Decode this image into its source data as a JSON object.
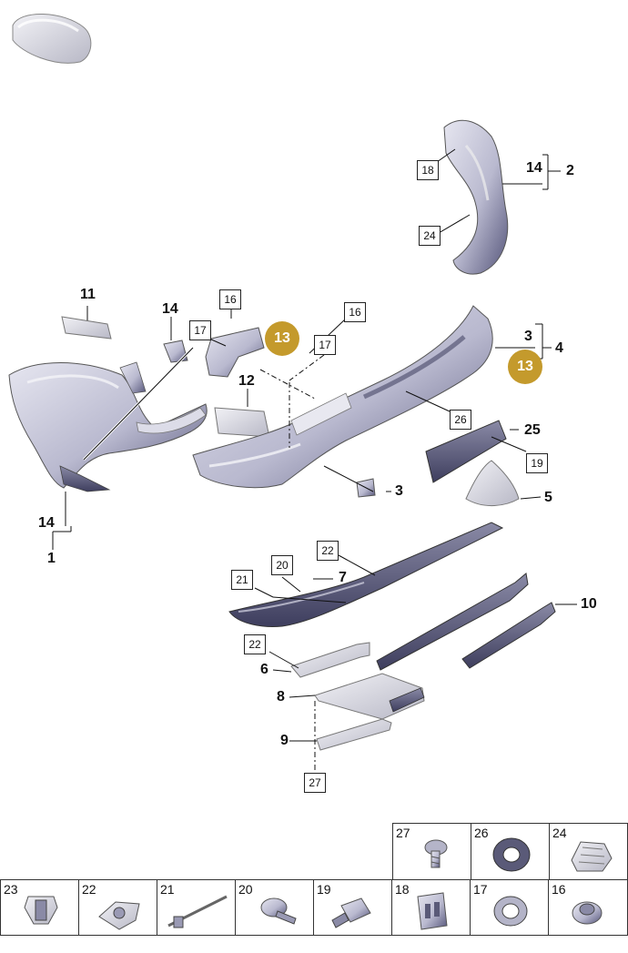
{
  "colors": {
    "part_fill": "#c3c3d6",
    "part_dark": "#4a4a66",
    "part_light": "#e3e3ee",
    "accent_gold": "#c49a2c",
    "line": "#111111"
  },
  "icons": {
    "vehicle": "car-thumbnail-icon"
  },
  "labels": {
    "l1": "1",
    "l2": "2",
    "l3a": "3",
    "l3b": "3",
    "l4": "4",
    "l5": "5",
    "l6": "6",
    "l7": "7",
    "l8": "8",
    "l9": "9",
    "l10": "10",
    "l11": "11",
    "l12": "12",
    "l14a": "14",
    "l14b": "14",
    "l14c": "14",
    "l25": "25"
  },
  "boxes": {
    "b16a": "16",
    "b16b": "16",
    "b17a": "17",
    "b17b": "17",
    "b18": "18",
    "b19": "19",
    "b20": "20",
    "b21": "21",
    "b22a": "22",
    "b22b": "22",
    "b24": "24",
    "b26": "26",
    "b27": "27"
  },
  "gold": {
    "g13a": "13",
    "g13b": "13"
  },
  "fasteners": {
    "top_row": [
      {
        "number": "27",
        "icon": "screw-icon"
      },
      {
        "number": "26",
        "icon": "ring-icon"
      },
      {
        "number": "24",
        "icon": "clip-icon"
      }
    ],
    "bottom_row": [
      {
        "number": "23",
        "icon": "expansion-rivet-icon"
      },
      {
        "number": "22",
        "icon": "spring-nut-icon"
      },
      {
        "number": "21",
        "icon": "cable-tie-icon"
      },
      {
        "number": "20",
        "icon": "push-pin-icon"
      },
      {
        "number": "19",
        "icon": "plug-icon"
      },
      {
        "number": "18",
        "icon": "bracket-clip-icon"
      },
      {
        "number": "17",
        "icon": "grommet-icon"
      },
      {
        "number": "16",
        "icon": "plug-cap-icon"
      }
    ]
  }
}
